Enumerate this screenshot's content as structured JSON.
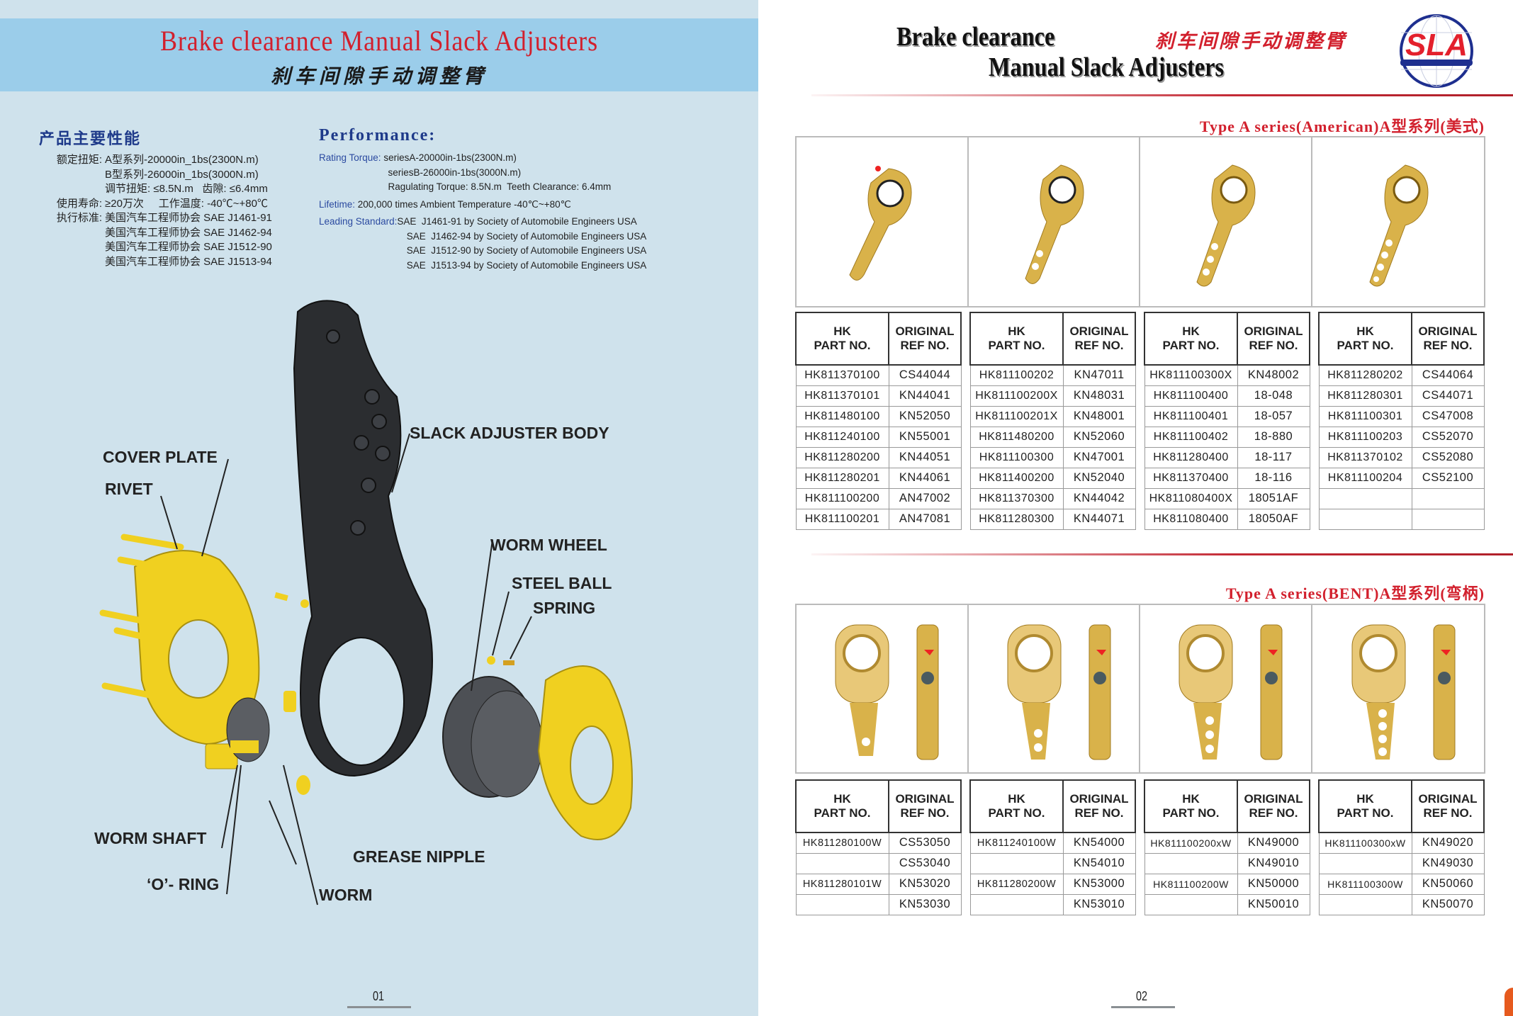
{
  "left_page": {
    "title": "Brake clearance Manual Slack Adjusters",
    "subtitle_cn": "刹车间隙手动调整臂",
    "cn_specs": {
      "heading": "产品主要性能",
      "rows": [
        {
          "key": "额定扭矩:",
          "value": "A型系列-20000in_1bs(2300N.m)"
        },
        {
          "key": "",
          "value": "B型系列-26000in_1bs(3000N.m)"
        },
        {
          "key": "",
          "value": "调节扭矩: ≤8.5N.m   齿隙: ≤6.4mm"
        },
        {
          "key": "使用寿命:",
          "value": "≥20万次     工作温度: -40℃~+80℃"
        },
        {
          "key": "执行标准:",
          "value": "美国汽车工程师协会 SAE J1461-91"
        },
        {
          "key": "",
          "value": "美国汽车工程师协会 SAE J1462-94"
        },
        {
          "key": "",
          "value": "美国汽车工程师协会 SAE J1512-90"
        },
        {
          "key": "",
          "value": "美国汽车工程师协会 SAE J1513-94"
        }
      ]
    },
    "en_specs": {
      "heading": "Performance:",
      "rows": [
        {
          "key": "Rating Torque: ",
          "value": "seriesA-20000in-1bs(2300N.m)"
        },
        {
          "key": "                          ",
          "value": "seriesB-26000in-1bs(3000N.m)"
        },
        {
          "key": "                          ",
          "value": "Ragulating Torque: 8.5N.m  Teeth Clearance: 6.4mm"
        },
        {
          "key": "Lifetime: ",
          "value": "200,000 times Ambient Temperature -40℃~+80℃"
        },
        {
          "key": "Leading Standard:",
          "value": "SAE  J1461-91 by Society of Automobile Engineers USA"
        },
        {
          "key": "                                 ",
          "value": "SAE  J1462-94 by Society of Automobile Engineers USA"
        },
        {
          "key": "                                 ",
          "value": "SAE  J1512-90 by Society of Automobile Engineers USA"
        },
        {
          "key": "                                 ",
          "value": "SAE  J1513-94 by Society of Automobile Engineers USA"
        }
      ]
    },
    "diagram_labels": {
      "slack_adjuster_body": "SLACK ADJUSTER BODY",
      "cover_plate": "COVER PLATE",
      "rivet": "RIVET",
      "worm_wheel": "WORM WHEEL",
      "steel_ball": "STEEL BALL",
      "spring": "SPRING",
      "worm_shaft": "WORM SHAFT",
      "o_ring": "‘O’- RING",
      "grease_nipple": "GREASE NIPPLE",
      "worm": "WORM"
    },
    "page_number": "01"
  },
  "right_page": {
    "title_line1": "Brake clearance",
    "title_line2": "Manual Slack Adjusters",
    "title_cn": "刹车间隙手动调整臂",
    "logo_text": "SLA",
    "colors": {
      "accent_red": "#d2202d",
      "logo_blue": "#1e2f8f",
      "left_bg": "#cfe2ec",
      "band_blue": "#9bcdea"
    },
    "column_headers": {
      "hk": [
        "HK",
        "PART NO."
      ],
      "ref": [
        "ORIGINAL",
        "REF NO."
      ]
    },
    "section_american": {
      "title": "Type A series(American)A型系列(美式)",
      "tables": [
        {
          "rows": [
            [
              "HK811370100",
              "CS44044"
            ],
            [
              "HK811370101",
              "KN44041"
            ],
            [
              "HK811480100",
              "KN52050"
            ],
            [
              "HK811240100",
              "KN55001"
            ],
            [
              "HK811280200",
              "KN44051"
            ],
            [
              "HK811280201",
              "KN44061"
            ],
            [
              "HK811100200",
              "AN47002"
            ],
            [
              "HK811100201",
              "AN47081"
            ]
          ]
        },
        {
          "rows": [
            [
              "HK811100202",
              "KN47011"
            ],
            [
              "HK811100200X",
              "KN48031"
            ],
            [
              "HK811100201X",
              "KN48001"
            ],
            [
              "HK811480200",
              "KN52060"
            ],
            [
              "HK811100300",
              "KN47001"
            ],
            [
              "HK811400200",
              "KN52040"
            ],
            [
              "HK811370300",
              "KN44042"
            ],
            [
              "HK811280300",
              "KN44071"
            ]
          ]
        },
        {
          "rows": [
            [
              "HK811100300X",
              "KN48002"
            ],
            [
              "HK811100400",
              "18-048"
            ],
            [
              "HK811100401",
              "18-057"
            ],
            [
              "HK811100402",
              "18-880"
            ],
            [
              "HK811280400",
              "18-117"
            ],
            [
              "HK811370400",
              "18-116"
            ],
            [
              "HK811080400X",
              "18051AF"
            ],
            [
              "HK811080400",
              "18050AF"
            ]
          ]
        },
        {
          "rows": [
            [
              "HK811280202",
              "CS44064"
            ],
            [
              "HK811280301",
              "CS44071"
            ],
            [
              "HK811100301",
              "CS47008"
            ],
            [
              "HK811100203",
              "CS52070"
            ],
            [
              "HK811370102",
              "CS52080"
            ],
            [
              "HK811100204",
              "CS52100"
            ],
            [
              "",
              ""
            ],
            [
              "",
              ""
            ]
          ]
        }
      ]
    },
    "section_bent": {
      "title": "Type A series(BENT)A型系列(弯柄)",
      "tables": [
        {
          "rows": [
            [
              "HK811280100W",
              "CS53050"
            ],
            [
              "",
              "CS53040"
            ],
            [
              "HK811280101W",
              "KN53020"
            ],
            [
              "",
              "KN53030"
            ]
          ]
        },
        {
          "rows": [
            [
              "HK811240100W",
              "KN54000"
            ],
            [
              "",
              "KN54010"
            ],
            [
              "HK811280200W",
              "KN53000"
            ],
            [
              "",
              "KN53010"
            ]
          ]
        },
        {
          "rows": [
            [
              "HK811100200xW",
              "KN49000"
            ],
            [
              "",
              "KN49010"
            ],
            [
              "HK811100200W",
              "KN50000"
            ],
            [
              "",
              "KN50010"
            ]
          ]
        },
        {
          "rows": [
            [
              "HK811100300xW",
              "KN49020"
            ],
            [
              "",
              "KN49030"
            ],
            [
              "HK811100300W",
              "KN50060"
            ],
            [
              "",
              "KN50070"
            ]
          ]
        }
      ]
    },
    "page_number": "02"
  }
}
